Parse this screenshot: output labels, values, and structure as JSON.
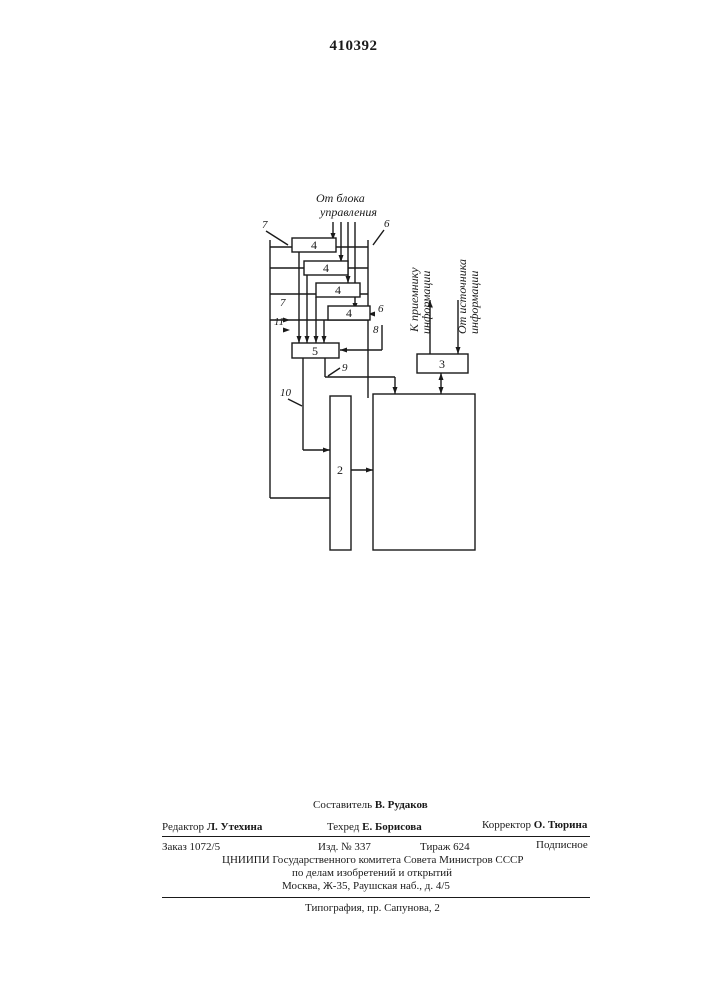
{
  "patent_number": "410392",
  "diagram": {
    "top_label_line1": "От блока",
    "top_label_line2": "управления",
    "receiver_line1": "К приемнику",
    "receiver_line2": "информации",
    "source_line1": "От источника",
    "source_line2": "информации",
    "block_labels": {
      "b4a": "4",
      "b4b": "4",
      "b4c": "4",
      "b4d": "4",
      "b5": "5",
      "b3": "3",
      "b2": "2"
    },
    "ref_numbers": {
      "n7a": "7",
      "n6a": "6",
      "n7b": "7",
      "n6b": "6",
      "n11": "11",
      "n8": "8",
      "n9": "9",
      "n10": "10"
    }
  },
  "imprint": {
    "compiler_label": "Составитель",
    "compiler_name": "В. Рудаков",
    "editor_label": "Редактор",
    "editor_name": "Л. Утехина",
    "techred_label": "Техред",
    "techred_name": "Е. Борисова",
    "corrector_label": "Корректор",
    "corrector_name": "О. Тюрина",
    "order": "Заказ 1072/5",
    "edition": "Изд. № 337",
    "circulation": "Тираж 624",
    "subscription": "Подписное",
    "institute_line1": "ЦНИИПИ Государственного комитета Совета Министров СССР",
    "institute_line2": "по делам изобретений и открытий",
    "institute_line3": "Москва, Ж-35, Раушская наб., д. 4/5",
    "printing": "Типография, пр. Сапунова, 2"
  }
}
